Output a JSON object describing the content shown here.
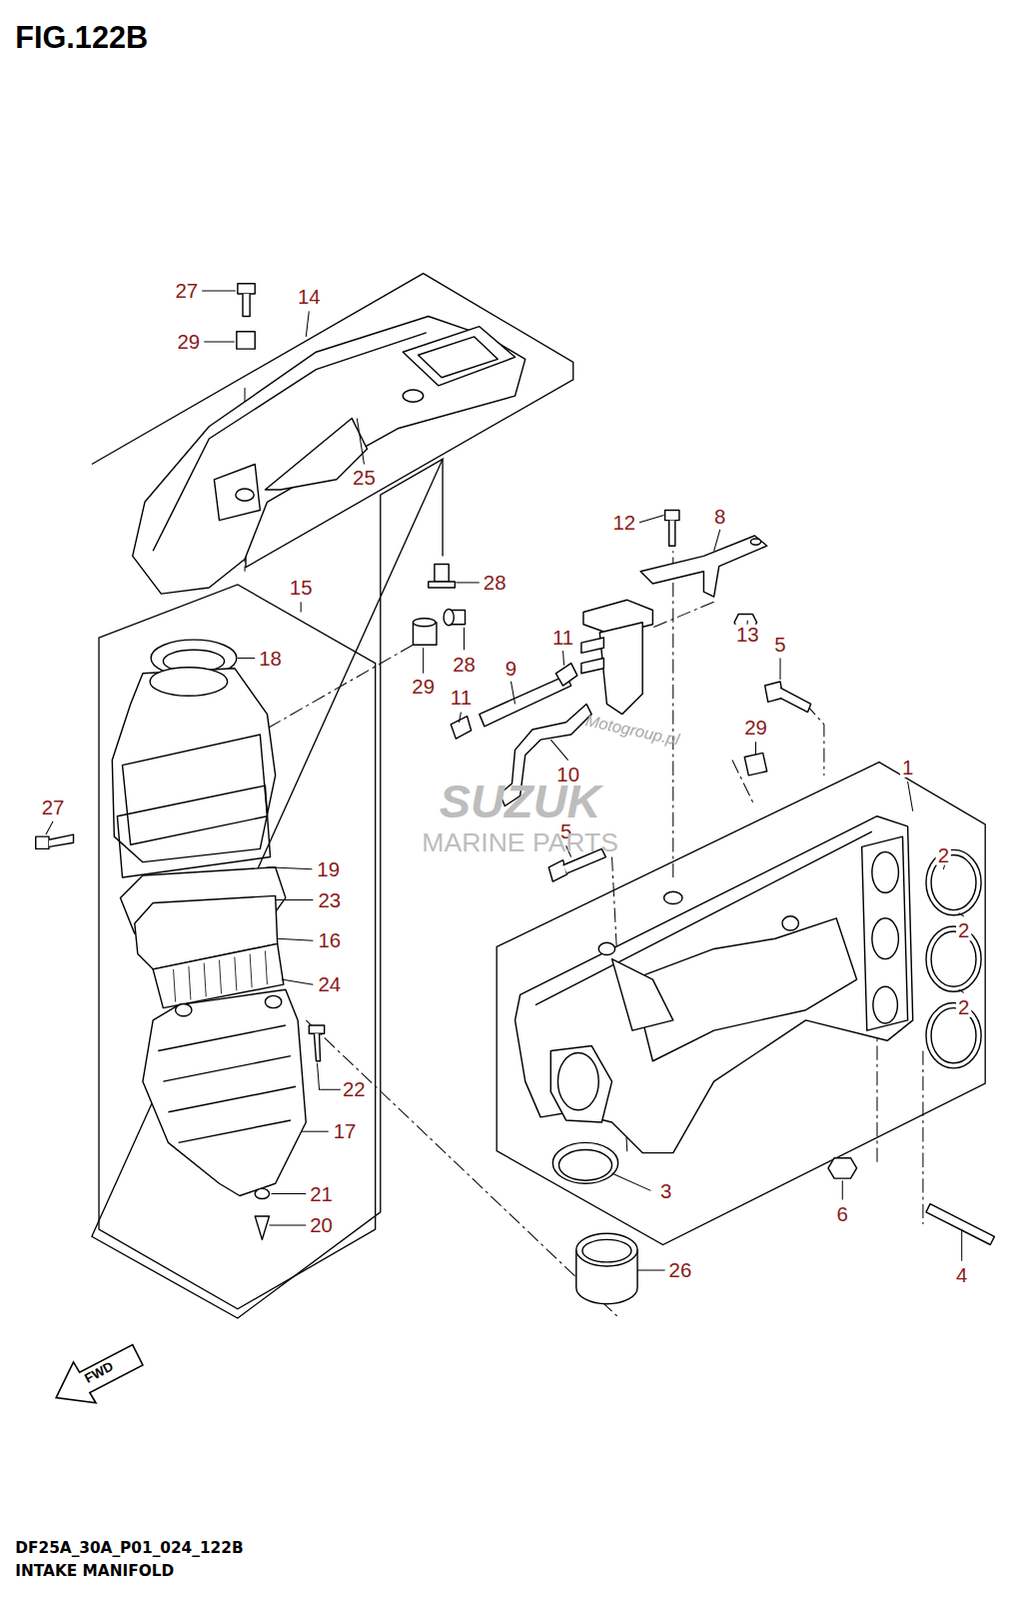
{
  "diagram": {
    "title": "FIG.122B",
    "labels": [
      "27",
      "14",
      "29",
      "25",
      "15",
      "28",
      "18",
      "28",
      "29",
      "9",
      "11",
      "11",
      "12",
      "8",
      "13",
      "5",
      "29",
      "10",
      "1",
      "27",
      "5",
      "19",
      "2",
      "23",
      "2",
      "16",
      "24",
      "2",
      "22",
      "17",
      "3",
      "6",
      "21",
      "20",
      "26",
      "4",
      "Motogroup.pl",
      "SUZUK",
      "MARINE PARTS",
      "FWD",
      "DF25A_30A_P01_024_122B",
      "INTAKE MANIFOLD"
    ]
  }
}
